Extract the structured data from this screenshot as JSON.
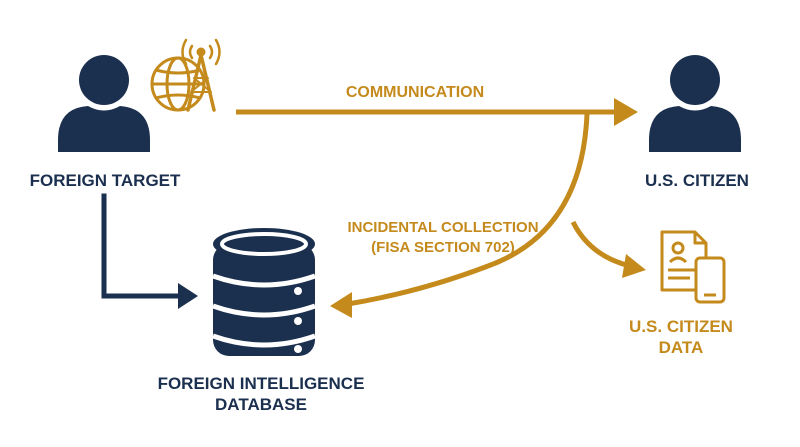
{
  "colors": {
    "navy": "#1b2f4f",
    "gold": "#c58a1c"
  },
  "icons": {
    "foreign_target": "person-icon",
    "network": "globe-antenna-icon",
    "us_citizen": "person-icon",
    "database": "database-icon",
    "citizen_data": "document-and-phone-icon"
  },
  "nodes": {
    "foreign_target": {
      "label": "FOREIGN TARGET"
    },
    "us_citizen": {
      "label": "U.S. CITIZEN"
    },
    "database": {
      "label_line1": "FOREIGN INTELLIGENCE",
      "label_line2": "DATABASE"
    },
    "citizen_data": {
      "label_line1": "U.S. CITIZEN",
      "label_line2": "DATA"
    }
  },
  "edges": {
    "communication": {
      "label": "COMMUNICATION"
    },
    "incidental": {
      "label_line1": "INCIDENTAL COLLECTION",
      "label_line2": "(FISA SECTION 702)"
    }
  }
}
